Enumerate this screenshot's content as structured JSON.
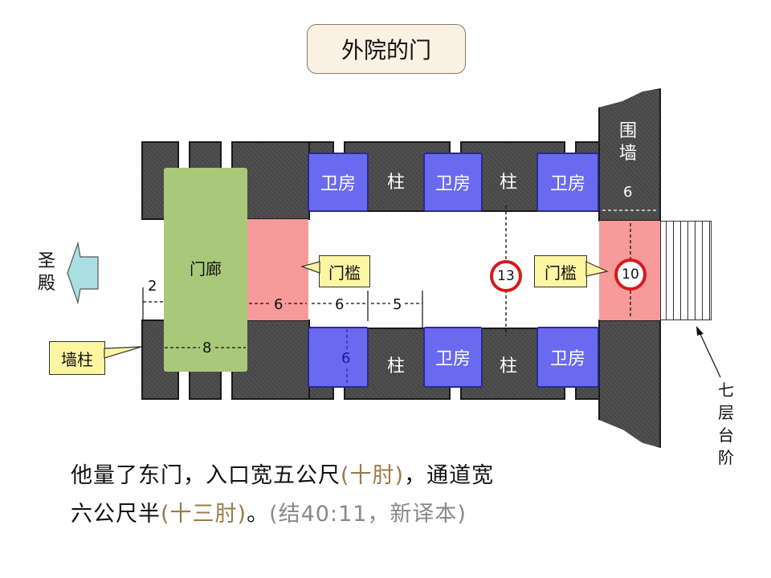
{
  "title": "外院的门",
  "labels": {
    "porch": "门廊",
    "guard_room": "卫房",
    "pillar": "柱",
    "enclosure_wall": [
      "围",
      "墙"
    ],
    "holy_place": [
      "圣",
      "殿"
    ],
    "seven_steps": [
      "七",
      "层",
      "台",
      "阶"
    ],
    "threshold": "门槛",
    "wall_pillar": "墙柱"
  },
  "dimensions": {
    "wall_pillar_width": "2",
    "porch_width": "8",
    "inner_threshold": "6",
    "guard_room_length": "6",
    "pillar_gap": "5",
    "guard_room_depth": "6",
    "outer_wall": "6",
    "passage_width": "13",
    "entrance_width": "10"
  },
  "caption": {
    "line1_main": "他量了东门，入口宽五公尺",
    "line1_note": "(十肘)",
    "line1_end": "，通道宽",
    "line2_main": "六公尺半",
    "line2_note": "(十三肘)",
    "line2_end": "。",
    "line2_ref": "(结40:11，新译本)"
  },
  "colors": {
    "wall": "#4a4a4a",
    "guard_room": "#6a6af0",
    "porch": "#a9c87a",
    "threshold": "#f79a9a",
    "callout": "#fcf5a2",
    "highlight_circle": "#d51a1a",
    "note_brown": "#9a7a4a"
  }
}
